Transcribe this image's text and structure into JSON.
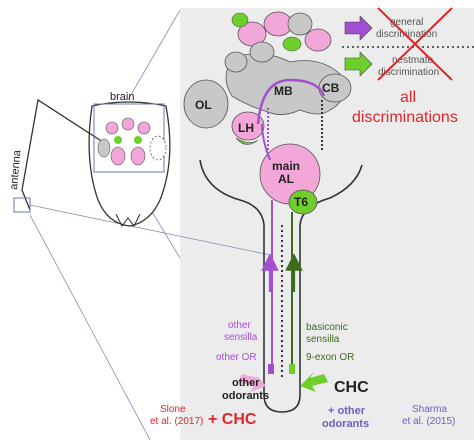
{
  "head": {
    "brain_label": "brain",
    "antenna_label": "antenna"
  },
  "regions": {
    "OL": "OL",
    "MB": "MB",
    "CB": "CB",
    "LH": "LH",
    "main_al_1": "main",
    "main_al_2": "AL",
    "T6": "T6"
  },
  "legend": {
    "general_1": "general",
    "general_2": "discrimination",
    "nestmate_1": "nestmate",
    "nestmate_2": "discrimination",
    "all_1": "all",
    "all_2": "discriminations"
  },
  "sensilla": {
    "other_1": "other",
    "other_2": "sensilla",
    "other_or": "other OR",
    "basiconic_1": "basiconic",
    "basiconic_2": "sensilla",
    "nine_exon_or": "9-exon OR"
  },
  "odorants": {
    "other_1": "other",
    "other_2": "odorants",
    "chc": "CHC",
    "plus_other_1": "+ other",
    "plus_other_2": "odorants"
  },
  "citations": {
    "slone_1": "Slone",
    "slone_2": "et al. (2017)",
    "plus_chc": "+ CHC",
    "sharma_1": "Sharma",
    "sharma_2": "et al. (2015)"
  },
  "colors": {
    "pink": "#f2a7d8",
    "purple": "#a44fd1",
    "green": "#6fcf2a",
    "dark_green": "#3f6b1f",
    "gray": "#c8c8c8",
    "panel": "#ececec",
    "red": "#e0262b",
    "blue": "#6b5fc7"
  }
}
